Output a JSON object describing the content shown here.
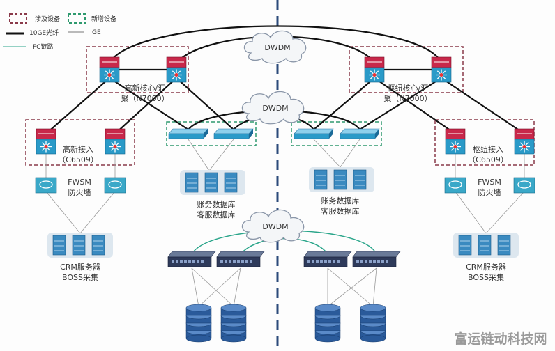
{
  "legend": {
    "involved": "涉及设备",
    "new": "新增设备",
    "fiber_10ge": "10GE光纤",
    "ge": "GE",
    "fc": "FC链路"
  },
  "clouds": [
    "DWDM",
    "DWDM",
    "DWDM"
  ],
  "left": {
    "core_line1": "高新核心/汇",
    "core_line2": "聚（N7000）",
    "access_line1": "高新接入",
    "access_line2": "（C6509）",
    "fw_line1": "FWSM",
    "fw_line2": "防火墙",
    "db_line1": "账务数据库",
    "db_line2": "客服数据库",
    "crm_line1": "CRM服务器",
    "crm_line2": "BOSS采集"
  },
  "right": {
    "core_line1": "枢纽核心/汇",
    "core_line2": "聚（N7000）",
    "access_line1": "枢纽接入",
    "access_line2": "（C6509）",
    "fw_line1": "FWSM",
    "fw_line2": "防火墙",
    "db_line1": "账务数据库",
    "db_line2": "客服数据库",
    "crm_line1": "CRM服务器",
    "crm_line2": "BOSS采集"
  },
  "watermark": "富运链动科技网",
  "colors": {
    "involved": "#8a3a4a",
    "new": "#2e9a6e",
    "fc": "#2aa58a",
    "divider": "#2c4a7a",
    "switch_top": "#c8284a",
    "switch_bottom": "#2a9ac8"
  }
}
